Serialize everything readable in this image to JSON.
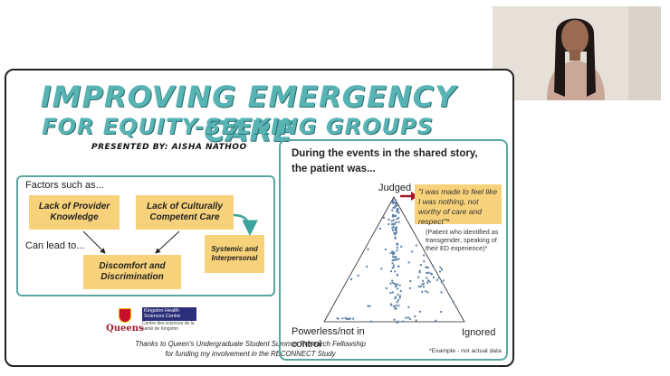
{
  "slide": {
    "title_line1": "IMPROVING EMERGENCY CARE",
    "title_line2": "FOR EQUITY-SEEKING GROUPS",
    "presenter": "PRESENTED BY: AISHA NATHOO"
  },
  "left_panel": {
    "factors_label": "Factors such as...",
    "box_provider_knowledge": "Lack of Provider Knowledge",
    "box_cultural_care": "Lack of Culturally Competent Care",
    "lead_label": "Can lead to...",
    "box_systemic": "Systemic and Interpersonal",
    "box_discomfort": "Discomfort and Discrimination"
  },
  "right_panel": {
    "question_line1": "During the events in the shared story,",
    "question_line2": "the patient was...",
    "label_judged": "Judged",
    "label_powerless_1": "Powerless/not in",
    "label_powerless_2": "control",
    "label_ignored": "Ignored",
    "quote": "\"I was made to feel like I was nothing, not worthy of care and respect\"*",
    "quote_note": "(Patient who identified as transgender, speaking of their ED experience)*",
    "example_note": "*Example - not actual data"
  },
  "logos": {
    "queens": "Queens",
    "khsc_title": "Kingston Health Sciences Centre",
    "khsc_sub": "Centre des sciences de la santé de Kingston"
  },
  "thanks": {
    "line1": "Thanks to Queen's Undergraduate Student Summer Research Fellowship",
    "line2": "for funding my involvement in the RECONNECT Study"
  },
  "colors": {
    "teal": "#58b4b4",
    "box_yellow": "#f8d27a",
    "arrow_red": "#a3162c",
    "dot_blue": "#5b7fa8"
  }
}
